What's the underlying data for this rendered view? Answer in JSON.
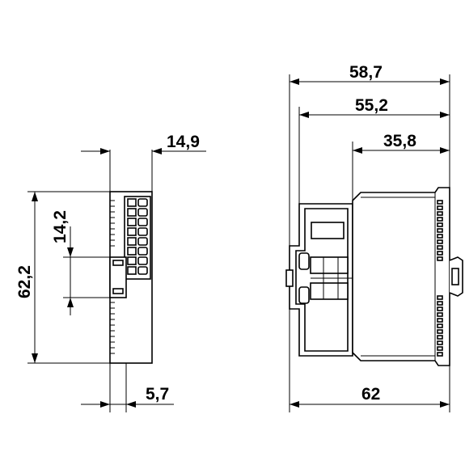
{
  "drawing": {
    "side_view": {
      "width_label": "14,9",
      "height_label": "62,2",
      "pitch_label": "14,2",
      "depth_label": "5,7"
    },
    "front_view": {
      "overall_label": "58,7",
      "rail_label": "55,2",
      "terminal_label": "35,8",
      "base_label": "62"
    }
  }
}
